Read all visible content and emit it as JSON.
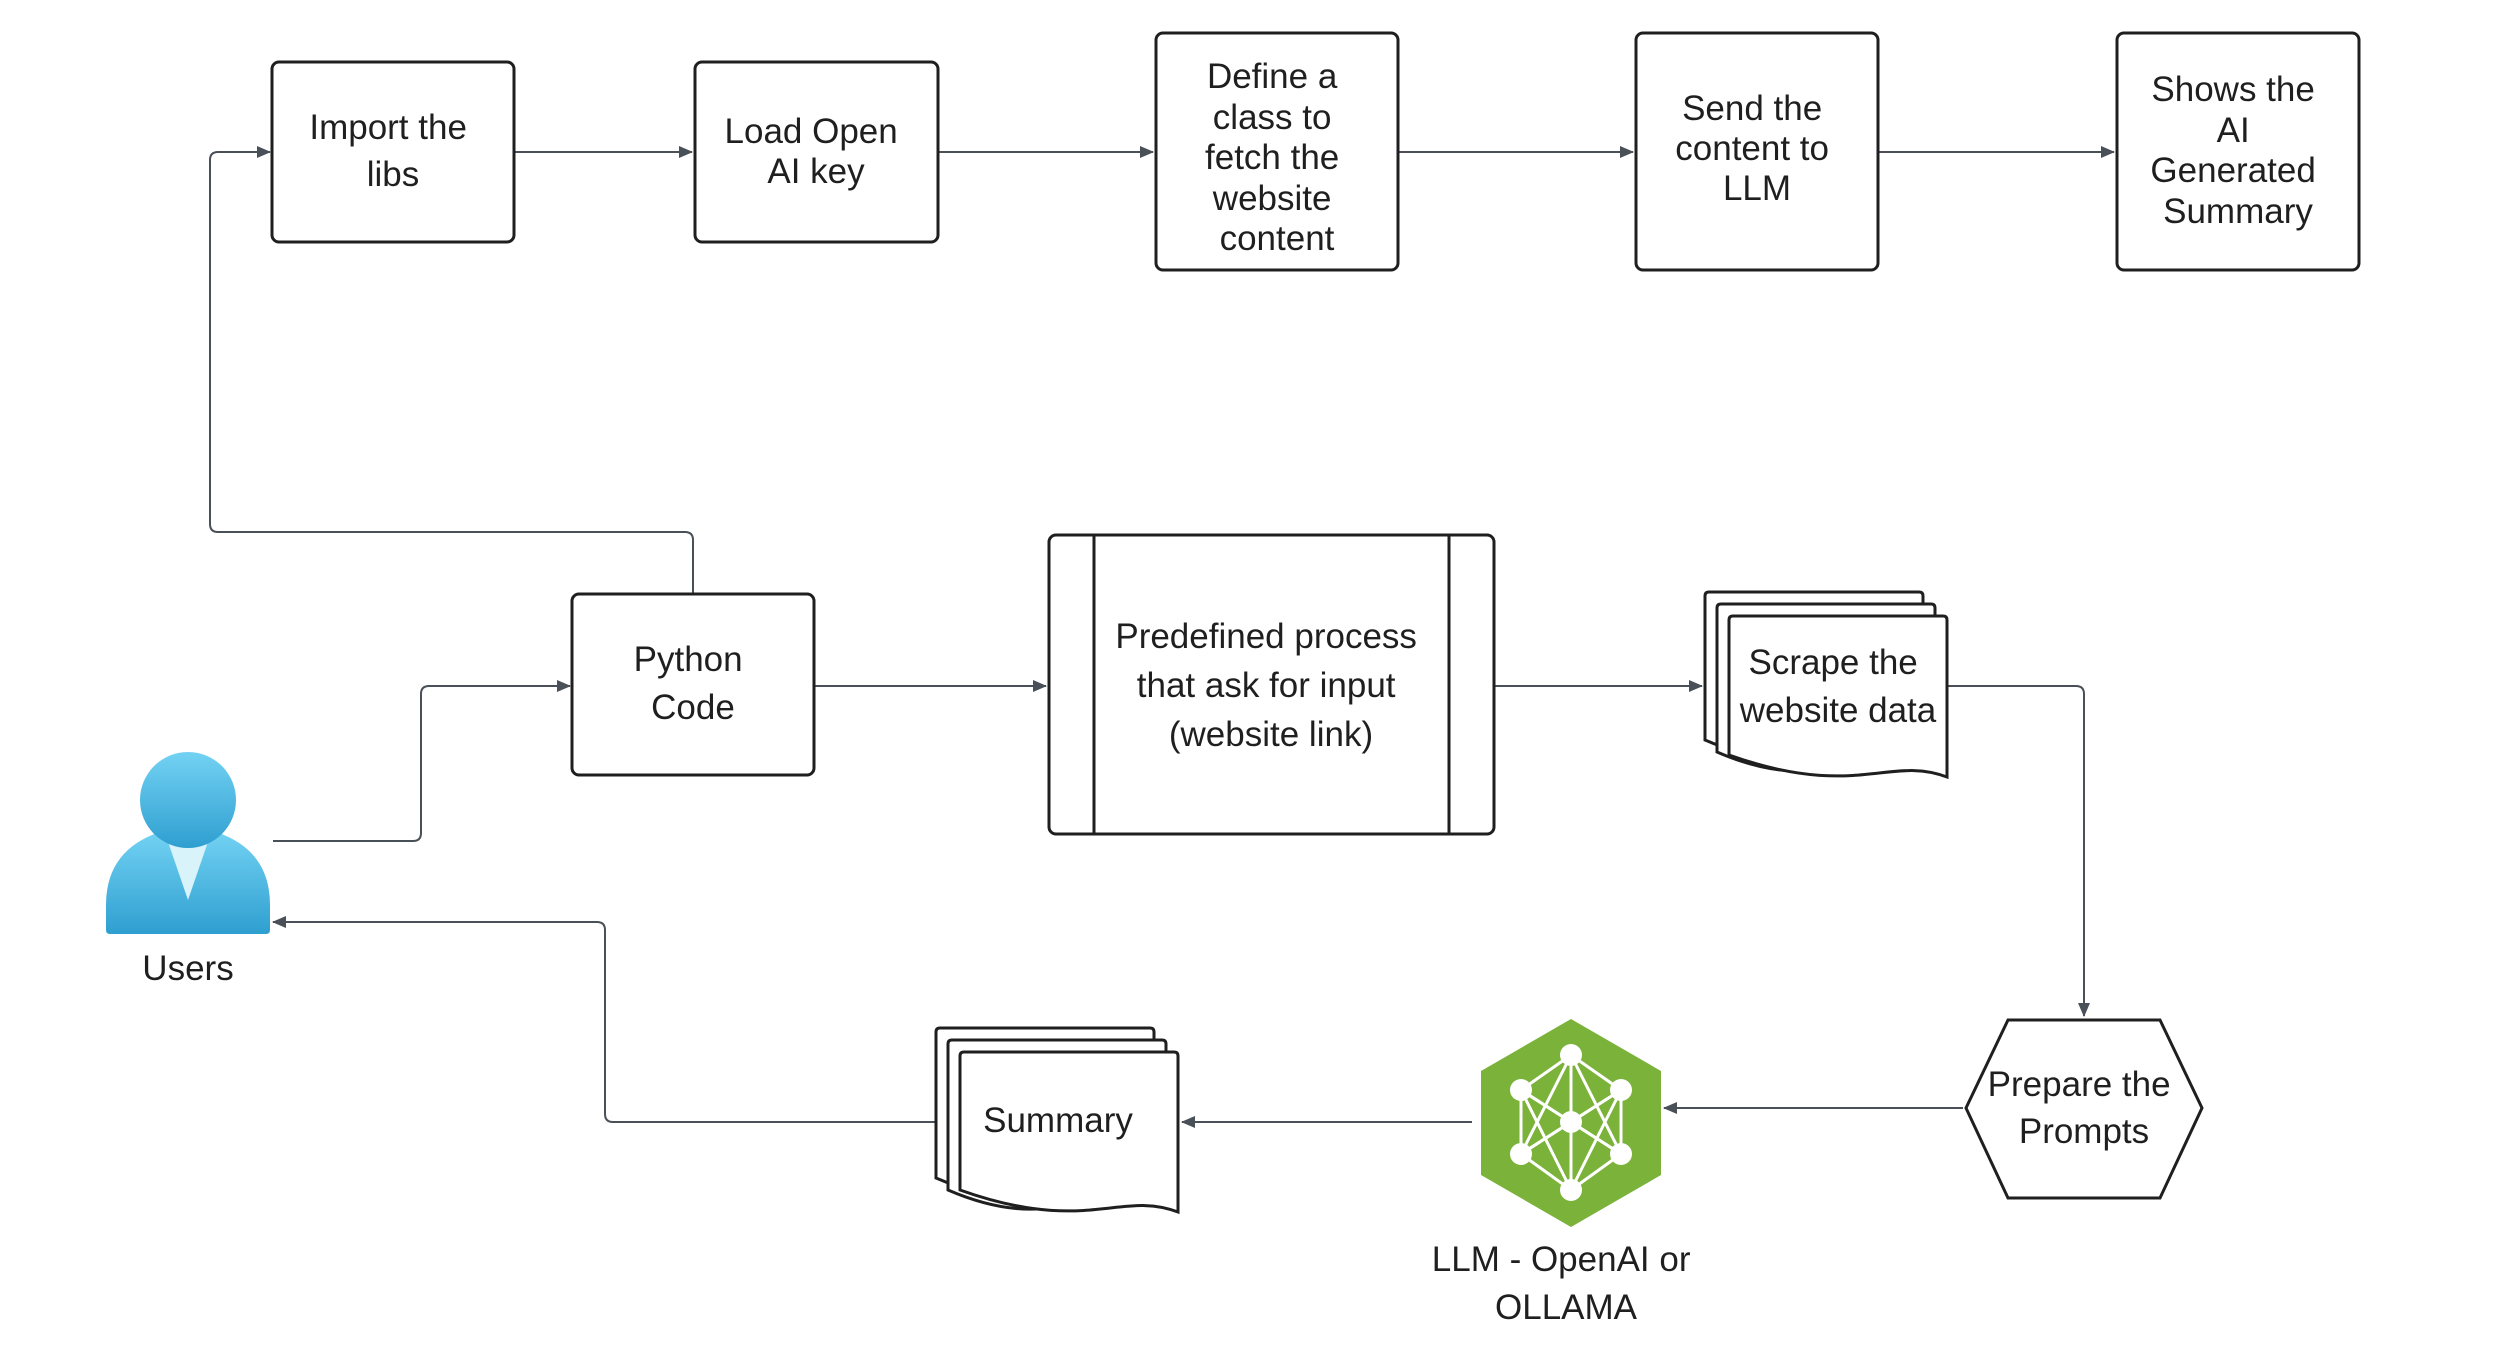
{
  "nodes": {
    "import_libs": [
      "Import the",
      "libs"
    ],
    "load_key": [
      "Load Open",
      "AI key"
    ],
    "define_class": [
      "Define a",
      "class to",
      "fetch the",
      "website",
      "content"
    ],
    "send_llm": [
      "Send the",
      "content to",
      "LLM"
    ],
    "shows_summary": [
      "Shows the",
      "AI",
      "Generated",
      "Summary"
    ],
    "python_code": [
      "Python",
      "Code"
    ],
    "predefined": [
      "Predefined process",
      "that ask for input",
      "(website link)"
    ],
    "scrape": [
      "Scrape the",
      "website data"
    ],
    "prepare": [
      "Prepare the",
      "Prompts"
    ],
    "llm": [
      "LLM - OpenAI or",
      "OLLAMA"
    ],
    "summary": [
      "Summary"
    ],
    "users": [
      "Users"
    ]
  },
  "icons": {
    "users": "user-icon",
    "llm": "neural-network-icon"
  },
  "colors": {
    "user_icon": "#5bc4ea",
    "llm_hexagon": "#7ab23a",
    "edge": "#4a5058"
  }
}
